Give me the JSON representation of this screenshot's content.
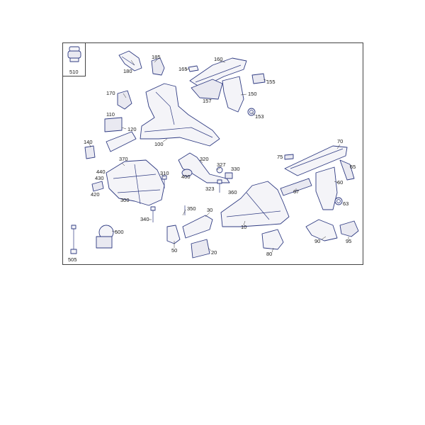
{
  "colors": {
    "line_art": "#2f3b82",
    "frame": "#444444",
    "text": "#1a1a1a"
  },
  "labels": {
    "l510": "510",
    "l185": "185",
    "l180": "180",
    "l165": "165",
    "l160": "160",
    "l155": "155",
    "l150": "150",
    "l153": "153",
    "l157": "157",
    "l170": "170",
    "l110": "110",
    "l120": "120",
    "l100": "100",
    "l140": "140",
    "l370": "370",
    "l440": "440",
    "l430": "430",
    "l420": "420",
    "l310": "310",
    "l320": "320",
    "l327": "327",
    "l330": "330",
    "l400": "400",
    "l323": "323",
    "l360": "360",
    "l300": "300",
    "l350": "350",
    "l340": "340",
    "l30": "30",
    "l75": "75",
    "l70": "70",
    "l65": "65",
    "l60": "60",
    "l67": "67",
    "l63": "63",
    "l10": "10",
    "l500": "500",
    "l505": "505",
    "l50": "50",
    "l20": "20",
    "l80": "80",
    "l90": "90",
    "l95": "95"
  }
}
